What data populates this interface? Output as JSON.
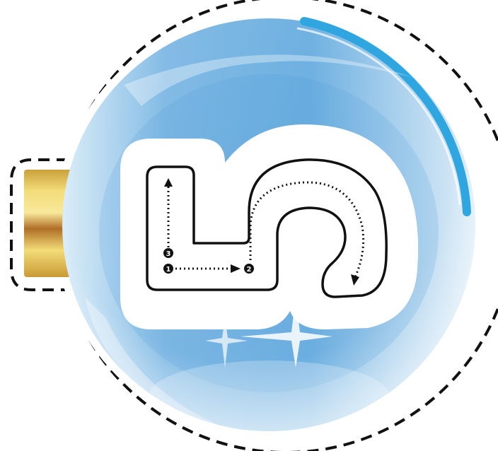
{
  "ornament": {
    "icons": {
      "cut_line": "dashed-cut-line",
      "cap": "gold-cap-icon",
      "bauble": "bubble-ornament-icon",
      "track": "s-shaped-track-icon"
    },
    "colors": {
      "bubble_light": "#eaf4fb",
      "bubble_mid": "#8fc3e6",
      "bubble_dark": "#3b8fd0",
      "rim": "#2fa6e0",
      "gold_light": "#f7e58a",
      "gold_dark": "#b37a2a",
      "track_outline": "#111111",
      "track_fill": "#ffffff"
    },
    "steps": {
      "step1": "1",
      "step2": "2",
      "step3": "3"
    }
  }
}
